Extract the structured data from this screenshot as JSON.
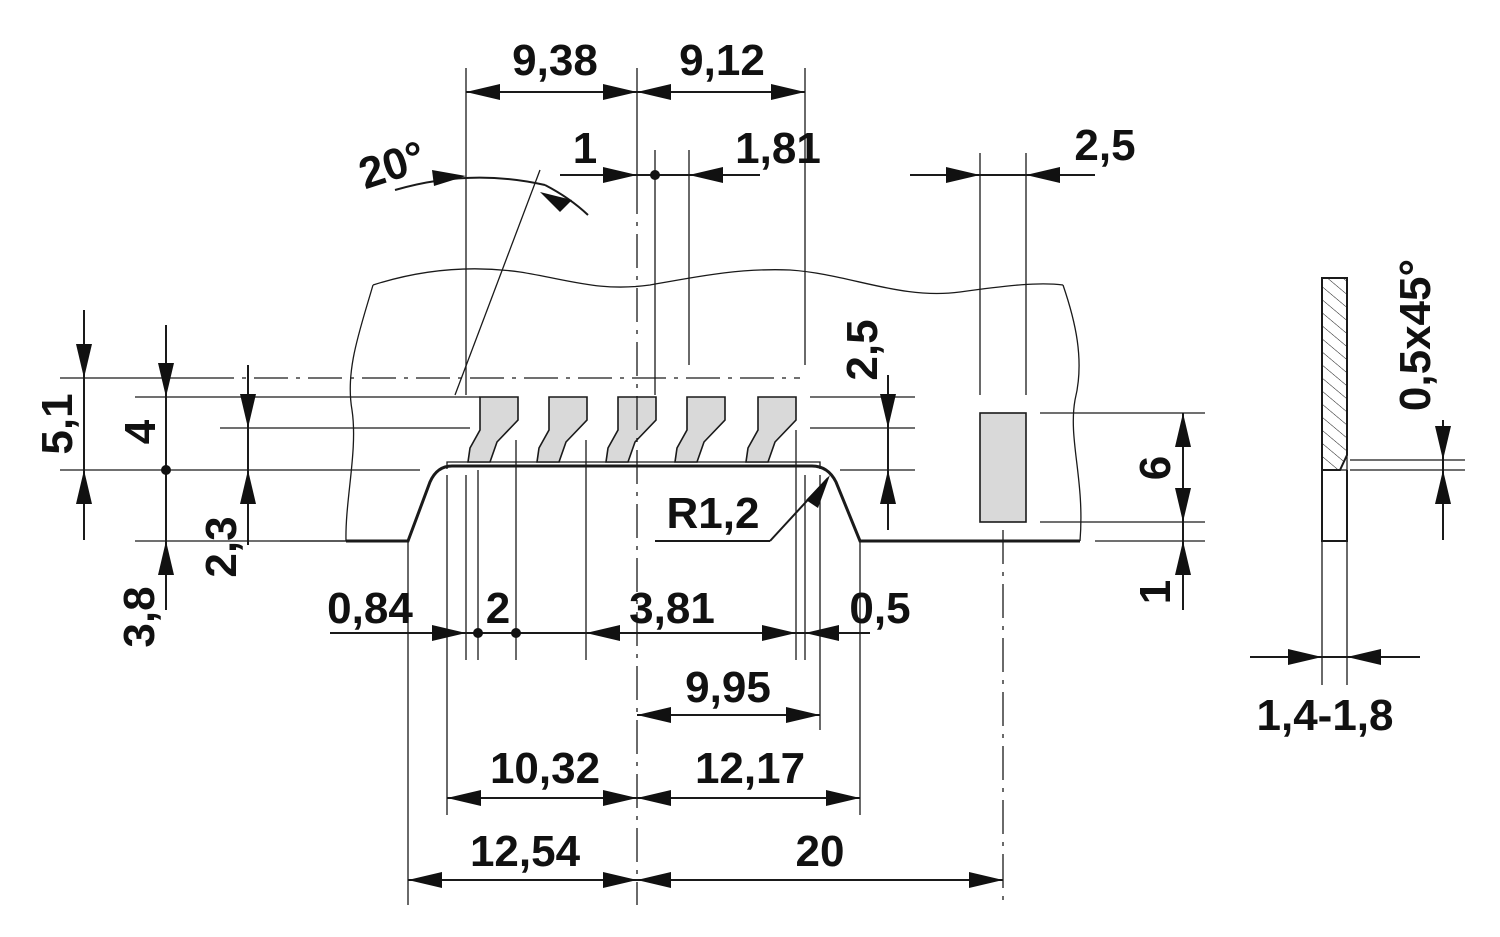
{
  "colors": {
    "line": "#1a1a1a",
    "pad_fill": "#d9d9d9",
    "background": "#ffffff"
  },
  "dimensions": {
    "d_9_38": "9,38",
    "d_9_12": "9,12",
    "d_20deg": "20°",
    "d_1_top": "1",
    "d_1_81": "1,81",
    "d_2_5_top": "2,5",
    "d_2_5_side": "2,5",
    "d_5_1": "5,1",
    "d_4": "4",
    "d_2_3": "2,3",
    "d_3_8": "3,8",
    "d_0_84": "0,84",
    "d_2": "2",
    "d_3_81": "3,81",
    "d_0_5": "0,5",
    "d_r1_2": "R1,2",
    "d_9_95": "9,95",
    "d_10_32": "10,32",
    "d_12_17": "12,17",
    "d_12_54": "12,54",
    "d_20": "20",
    "d_6": "6",
    "d_1_right": "1",
    "d_0_5x45": "0,5x45°",
    "d_1_4_1_8": "1,4-1,8"
  }
}
